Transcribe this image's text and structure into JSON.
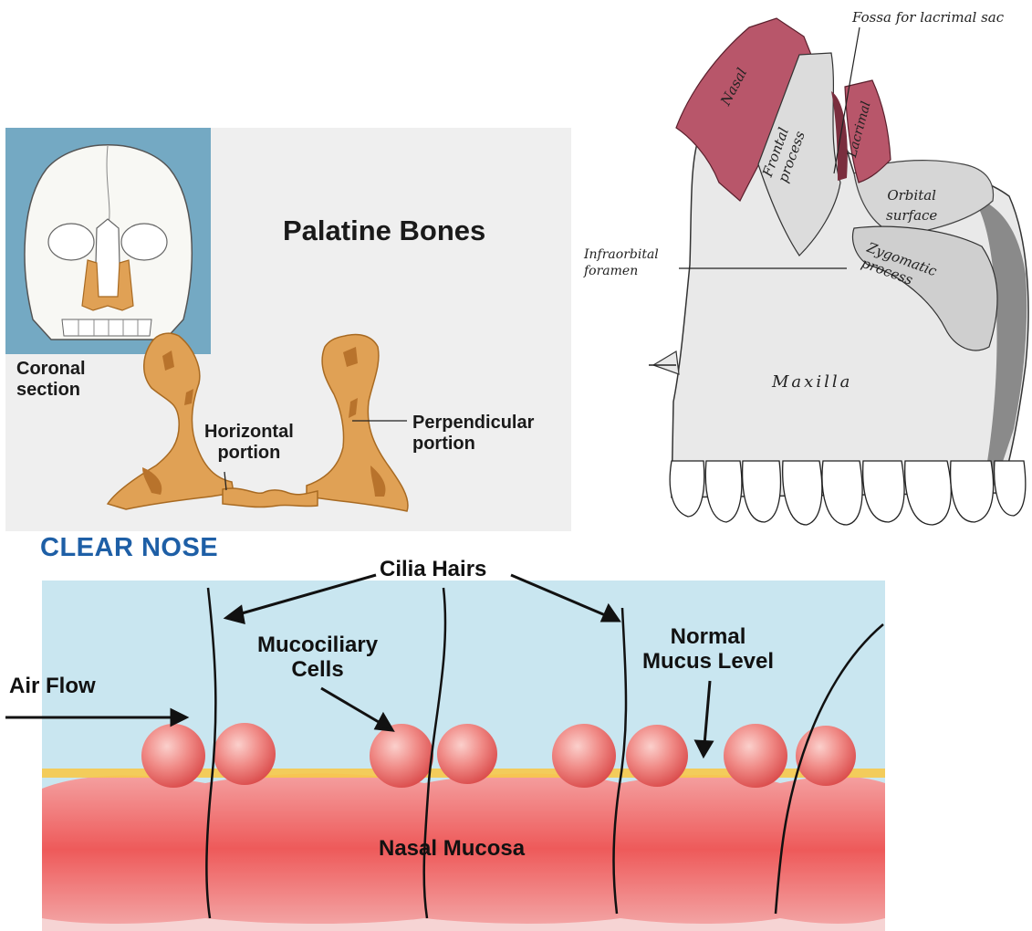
{
  "palatine": {
    "title": "Palatine Bones",
    "coronal_label": "Coronal\nsection",
    "horizontal_label": "Horizontal\nportion",
    "perpendicular_label": "Perpendicular\nportion",
    "colors": {
      "bone": "#e0a155",
      "bone_dark": "#b8732c",
      "skull_bg": "#74a9c3",
      "panel_bg": "#efefef"
    }
  },
  "maxilla": {
    "fossa_label": "Fossa for lacrimal sac",
    "infraorbital_label": "Infraorbital\nforamen",
    "nasal_label": "Nasal",
    "lacrimal_label": "Lacrimal",
    "frontal_label": "Frontal\nprocess",
    "orbital_label": "Orbital\nsurface",
    "zygomatic_label": "Zygomatic\nprocess",
    "maxilla_label": "Maxilla",
    "colors": {
      "nasal_lacrimal": "#b8566a",
      "bone_shade": "#9a9a9a"
    }
  },
  "nose": {
    "title": "CLEAR NOSE",
    "cilia_label": "Cilia Hairs",
    "mucociliary_label": "Mucociliary\nCells",
    "normal_mucus_label": "Normal\nMucus Level",
    "air_flow_label": "Air Flow",
    "nasal_mucosa_label": "Nasal Mucosa",
    "colors": {
      "title": "#1e5fa6",
      "sky": "#c9e6f0",
      "mucosa": "#ee5a5a",
      "mucus": "#f7c94a"
    }
  }
}
